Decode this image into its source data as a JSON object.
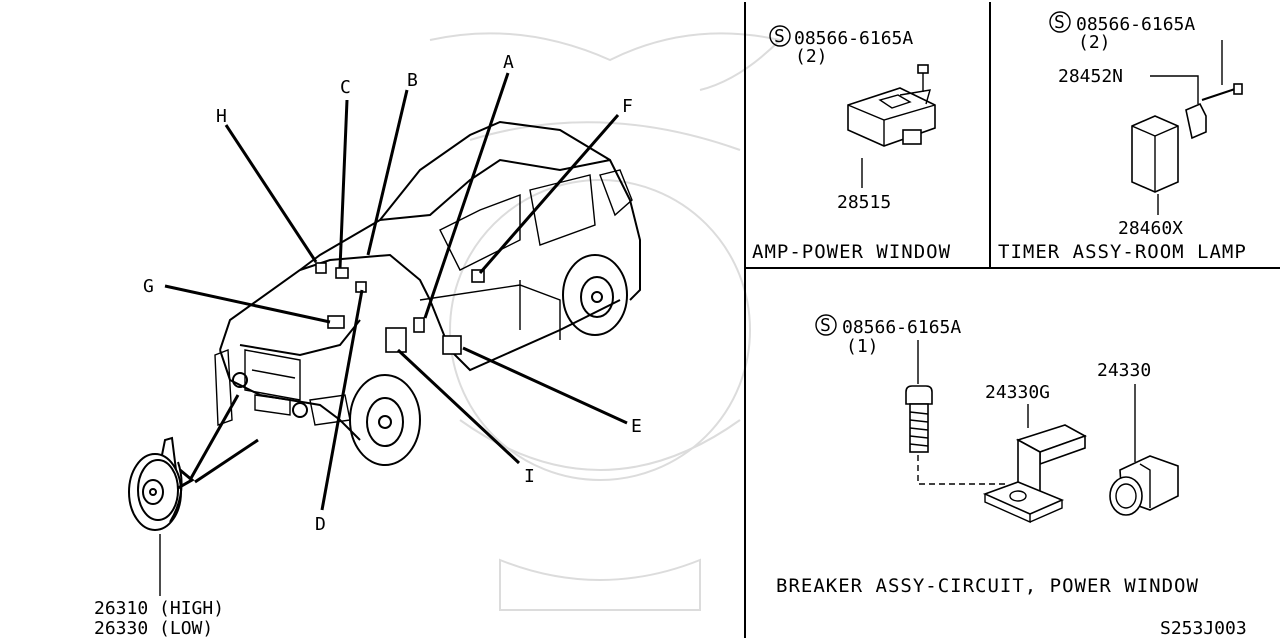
{
  "callouts": {
    "A": "A",
    "B": "B",
    "C": "C",
    "D": "D",
    "E": "E",
    "F": "F",
    "G": "G",
    "H": "H",
    "I": "I"
  },
  "horn": {
    "part_high": "26310 (HIGH)",
    "part_low": "26330 (LOW)"
  },
  "panel_amp": {
    "bolt_part": "08566-6165A",
    "bolt_qty": "(2)",
    "part": "28515",
    "caption": "AMP-POWER WINDOW"
  },
  "panel_timer": {
    "bolt_part": "08566-6165A",
    "bolt_qty": "(2)",
    "bracket_part": "28452N",
    "part": "28460X",
    "caption": "TIMER ASSY-ROOM LAMP"
  },
  "panel_breaker": {
    "bolt_part": "08566-6165A",
    "bolt_qty": "(1)",
    "bracket_part": "24330G",
    "part": "24330",
    "caption": "BREAKER ASSY-CIRCUIT, POWER WINDOW"
  },
  "screw_symbol": "S",
  "diagram_code": "S253J003"
}
